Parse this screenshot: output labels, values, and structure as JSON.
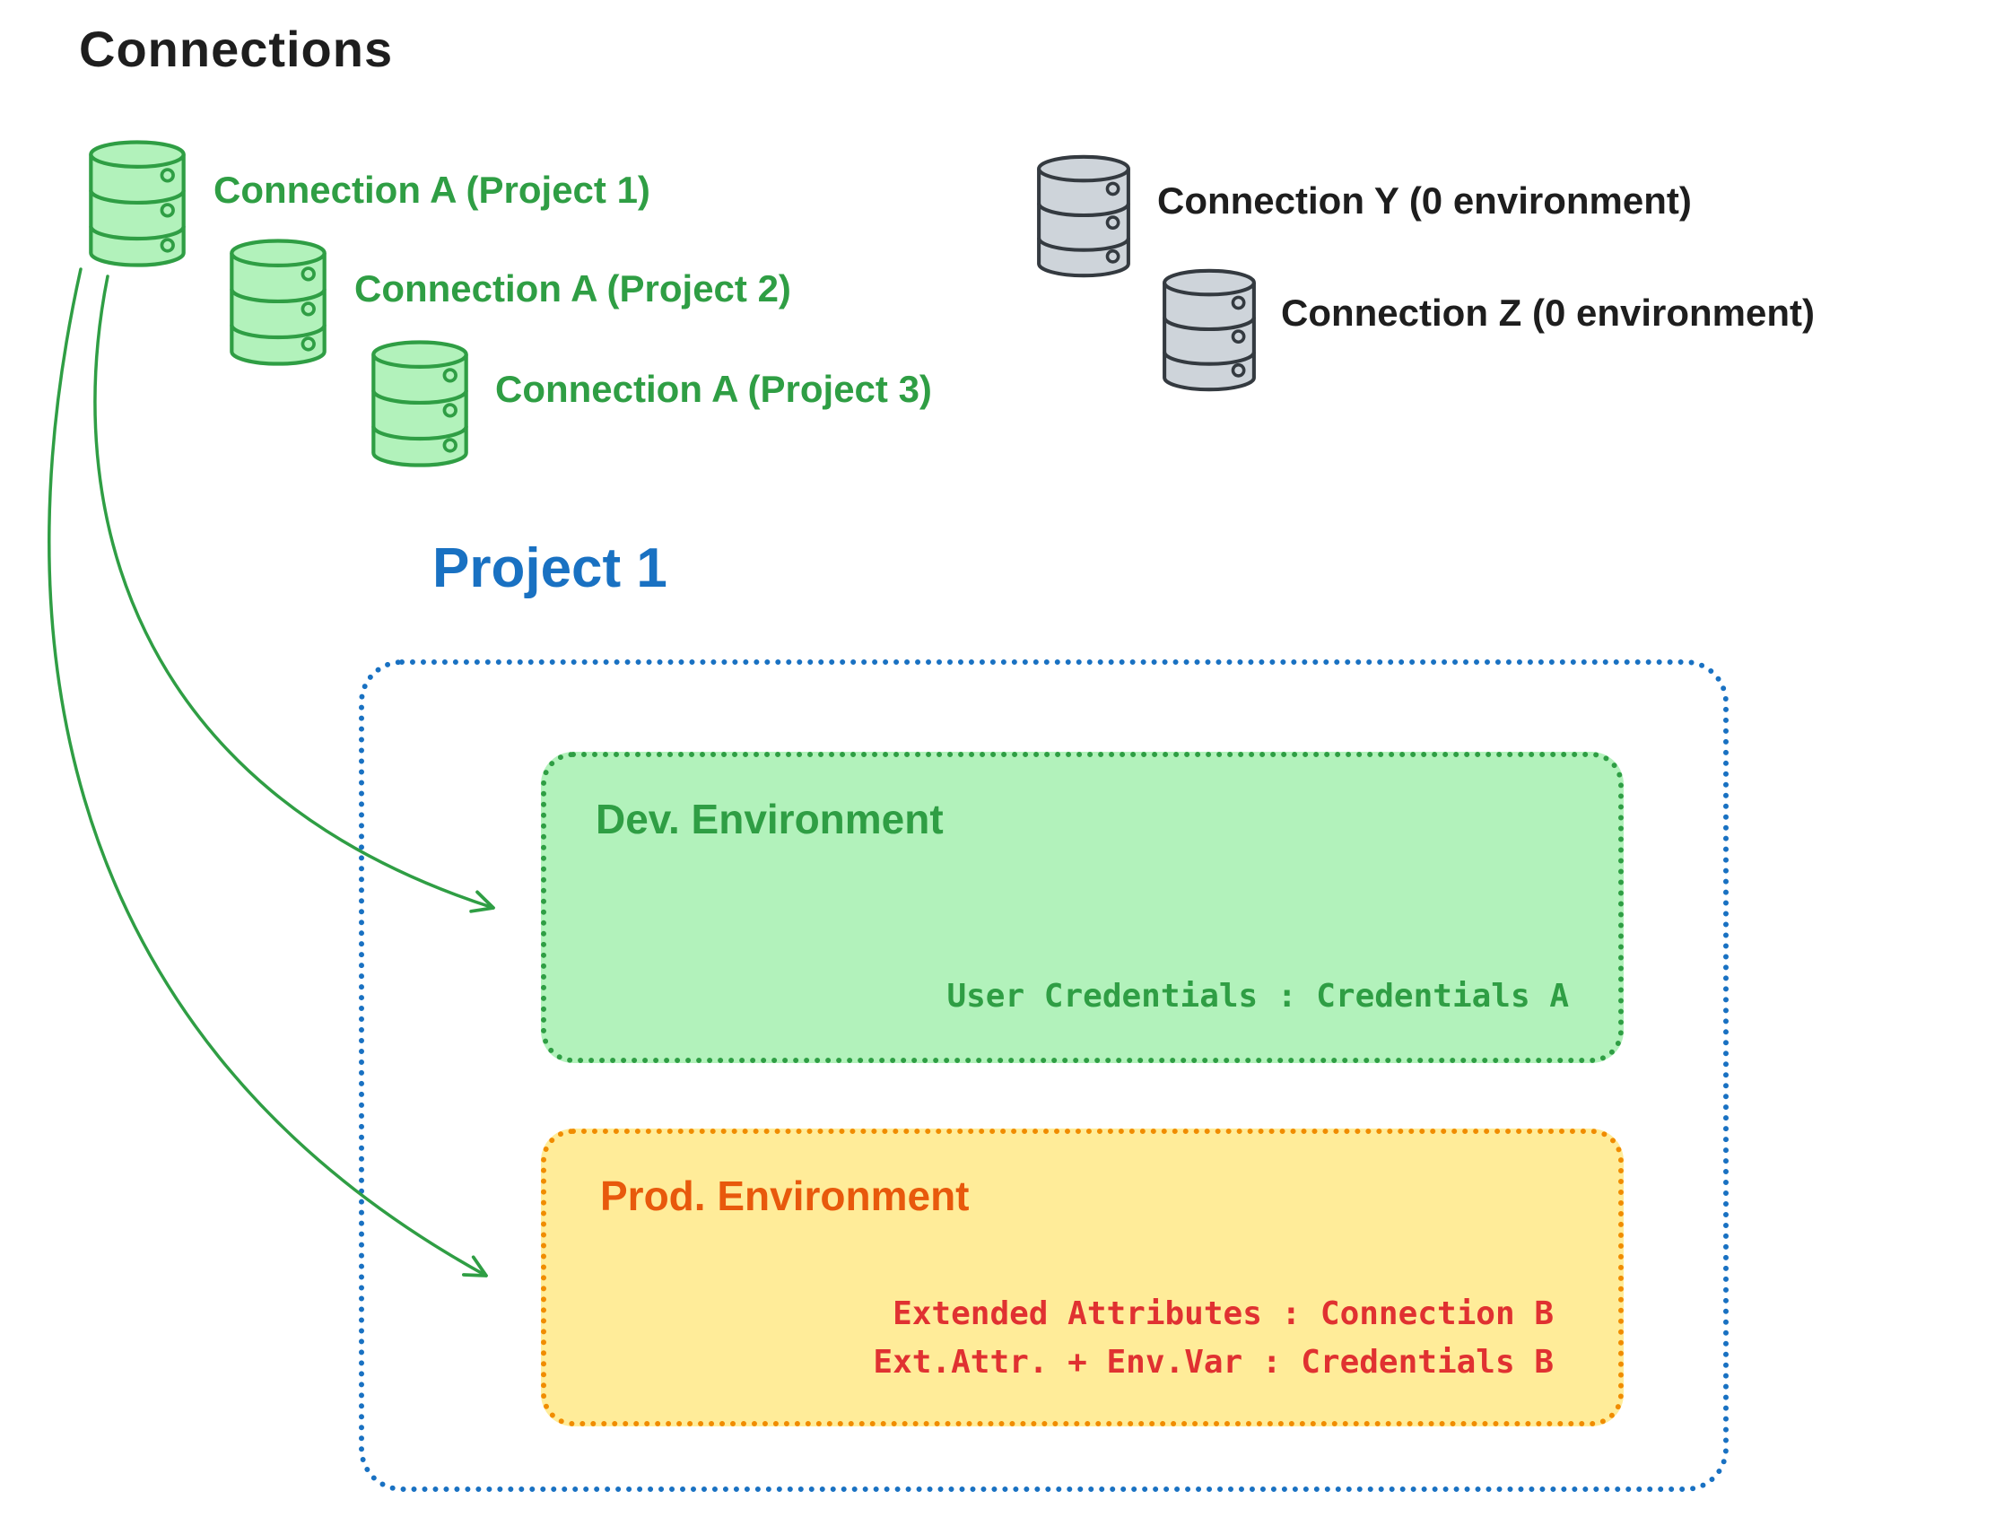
{
  "title": "Connections",
  "connections": {
    "green": [
      {
        "label": "Connection A (Project 1)"
      },
      {
        "label": "Connection A (Project 2)"
      },
      {
        "label": "Connection A (Project 3)"
      }
    ],
    "gray": [
      {
        "label": "Connection Y (0 environment)"
      },
      {
        "label": "Connection Z (0 environment)"
      }
    ]
  },
  "project": {
    "title": "Project 1",
    "dev_environment": {
      "label": "Dev. Environment",
      "credentials": "User Credentials : Credentials A"
    },
    "prod_environment": {
      "label": "Prod. Environment",
      "lines": [
        "Extended Attributes : Connection B",
        "Ext.Attr. + Env.Var : Credentials B"
      ]
    }
  },
  "icons": {
    "database": "database-cylinder-icon"
  },
  "colors": {
    "green": "#2f9e44",
    "green_fill": "#b2f2bb",
    "blue": "#1971c2",
    "orange": "#f08c00",
    "orange_label": "#e8590c",
    "yellow_fill": "#ffec99",
    "red": "#e03131",
    "gray_fill": "#ced4da",
    "gray_stroke": "#343a40",
    "black": "#1e1e1e"
  }
}
